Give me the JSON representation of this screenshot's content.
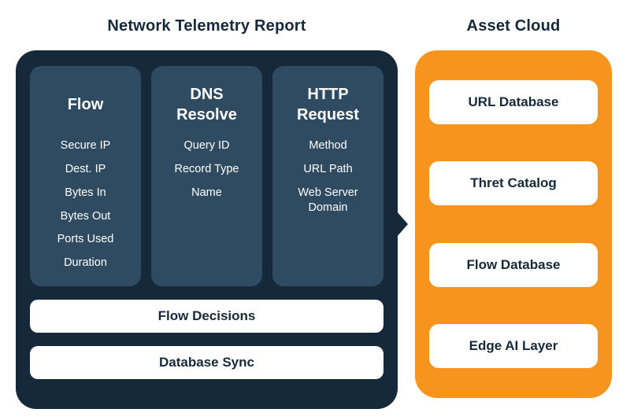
{
  "colors": {
    "navy": "#16293B",
    "card_navy": "#2E4B61",
    "orange": "#F7941E",
    "white": "#FFFFFF"
  },
  "left_panel": {
    "title": "Network Telemetry Report",
    "cards": [
      {
        "title": "Flow",
        "items": [
          "Secure IP",
          "Dest. IP",
          "Bytes In",
          "Bytes Out",
          "Ports Used",
          "Duration"
        ]
      },
      {
        "title": "DNS Resolve",
        "items": [
          "Query ID",
          "Record Type",
          "Name"
        ]
      },
      {
        "title": "HTTP Request",
        "items": [
          "Method",
          "URL Path",
          "Web Server Domain"
        ]
      }
    ],
    "bars": [
      {
        "label": "Flow Decisions"
      },
      {
        "label": "Database Sync"
      }
    ]
  },
  "right_panel": {
    "title": "Asset Cloud",
    "boxes": [
      {
        "label": "URL Database"
      },
      {
        "label": "Thret Catalog"
      },
      {
        "label": "Flow Database"
      },
      {
        "label": "Edge AI Layer"
      }
    ]
  }
}
